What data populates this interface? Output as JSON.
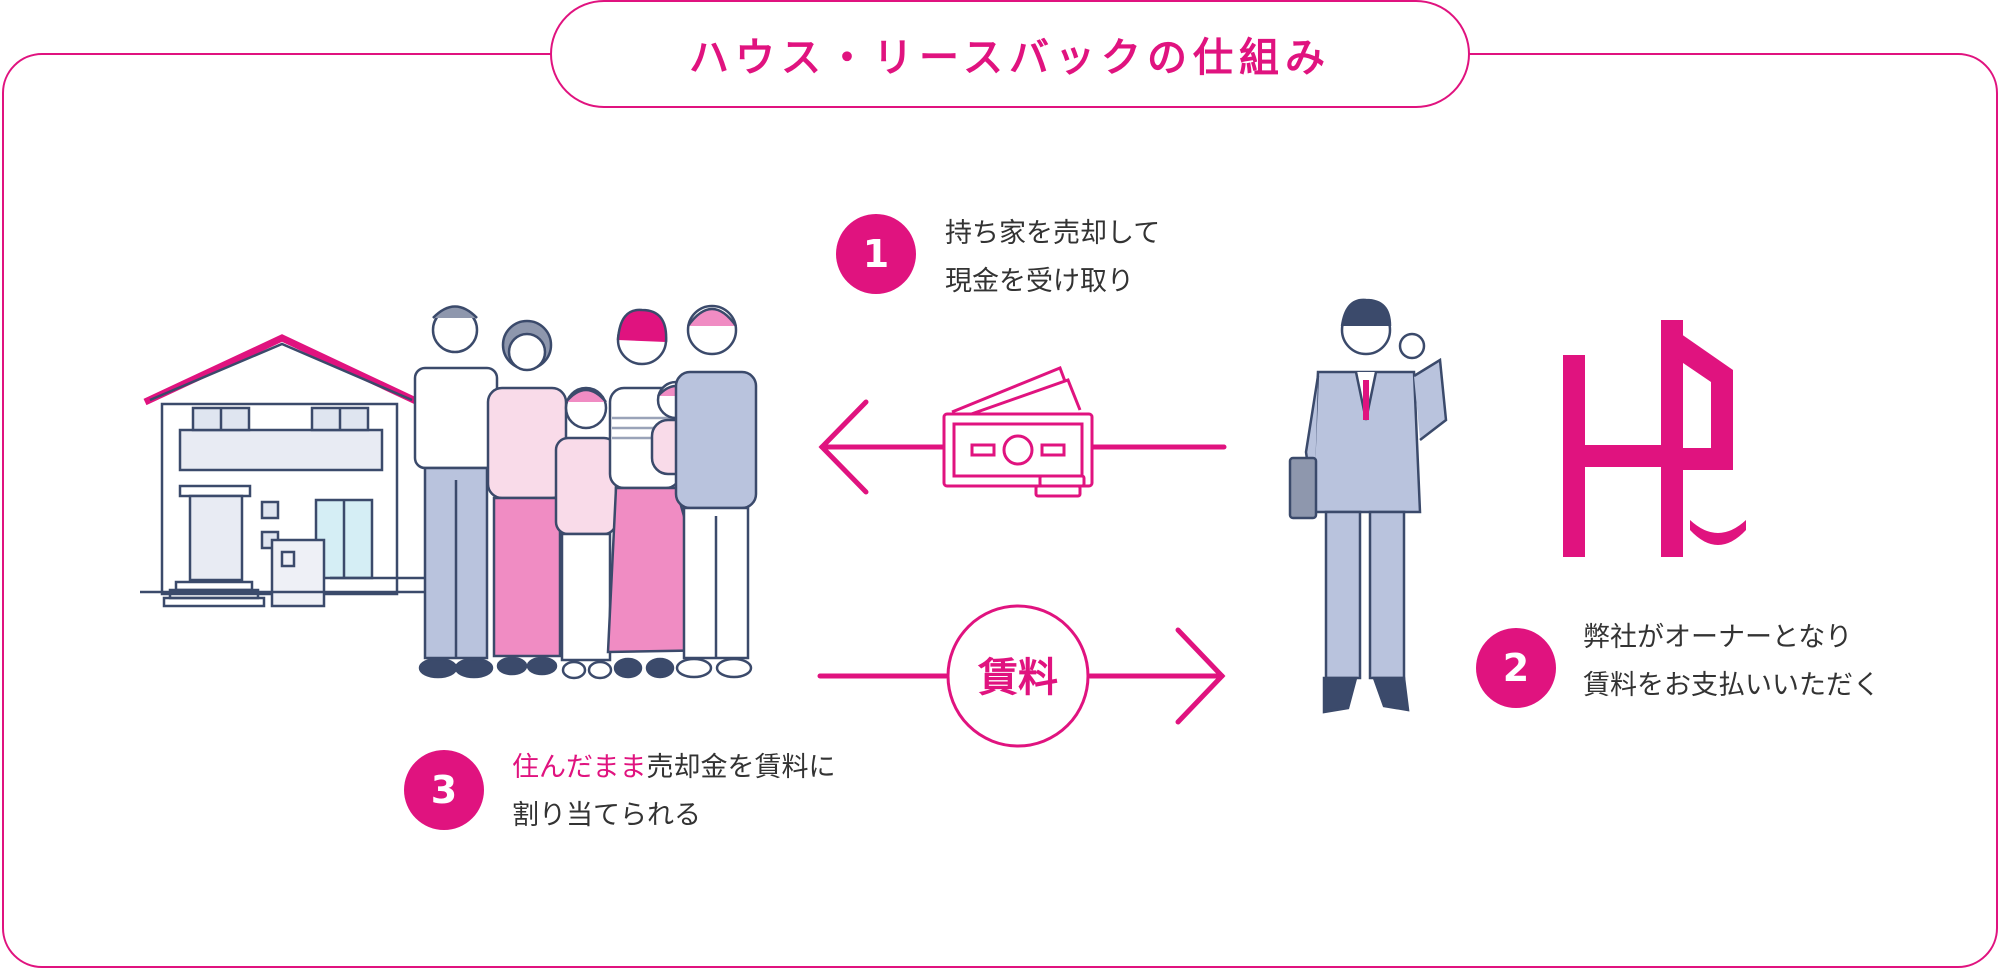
{
  "title": "ハウス・リースバックの仕組み",
  "rent_label": "賃料",
  "steps": [
    {
      "number": "1",
      "line1": "持ち家を売却して",
      "line2": "現金を受け取り"
    },
    {
      "number": "2",
      "line1": "弊社がオーナーとなり",
      "line2": "賃料をお支払いいただく"
    },
    {
      "number": "3",
      "line1_highlight": "住んだまま",
      "line1_rest": "売却金を賃料に",
      "line2": "割り当てられる"
    }
  ],
  "colors": {
    "accent": "#e0137f",
    "line": "#3b4a6b",
    "suit": "#b9c3dd",
    "pink_light": "#f08cc3"
  },
  "icons": [
    "house-illustration",
    "family-illustration",
    "money-icon",
    "businessman-illustration",
    "hp-logo"
  ]
}
